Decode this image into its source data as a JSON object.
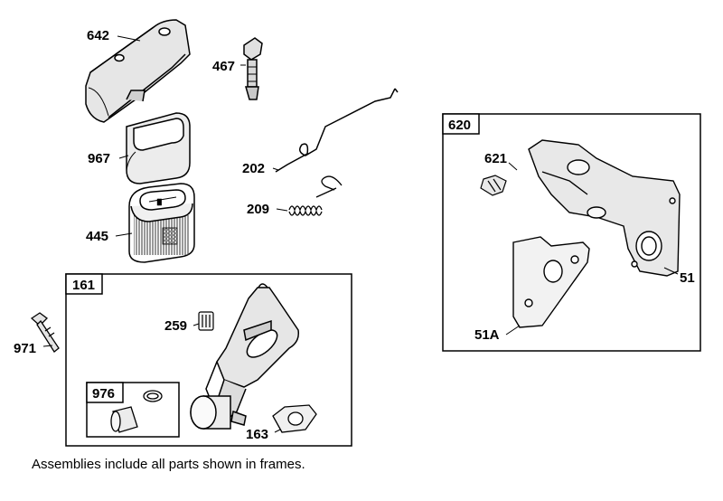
{
  "parts": {
    "p642": "642",
    "p467": "467",
    "p967": "967",
    "p202": "202",
    "p209": "209",
    "p445": "445",
    "p971": "971",
    "p259": "259",
    "p163": "163",
    "p621": "621",
    "p51": "51",
    "p51a": "51A"
  },
  "frames": {
    "f161": "161",
    "f976": "976",
    "f620": "620"
  },
  "note": "Assemblies include all parts shown in frames."
}
